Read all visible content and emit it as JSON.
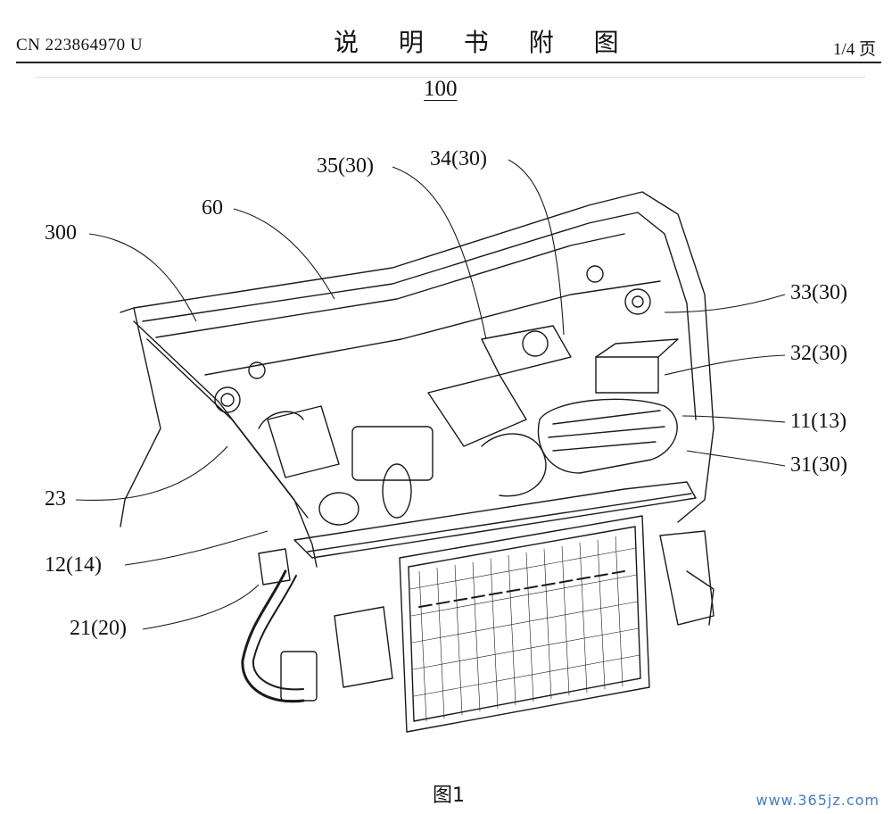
{
  "header": {
    "patent_number": "CN 223864970 U",
    "section_title": "说 明 书 附 图",
    "page": "1/4 页"
  },
  "figure": {
    "assembly_number": "100",
    "caption": "图1",
    "callouts": {
      "c300": "300",
      "c60": "60",
      "c35": "35(30)",
      "c34": "34(30)",
      "c33": "33(30)",
      "c32": "32(30)",
      "c11": "11(13)",
      "c31": "31(30)",
      "c23": "23",
      "c12": "12(14)",
      "c21": "21(20)"
    }
  },
  "watermark": "www.365jz.com"
}
